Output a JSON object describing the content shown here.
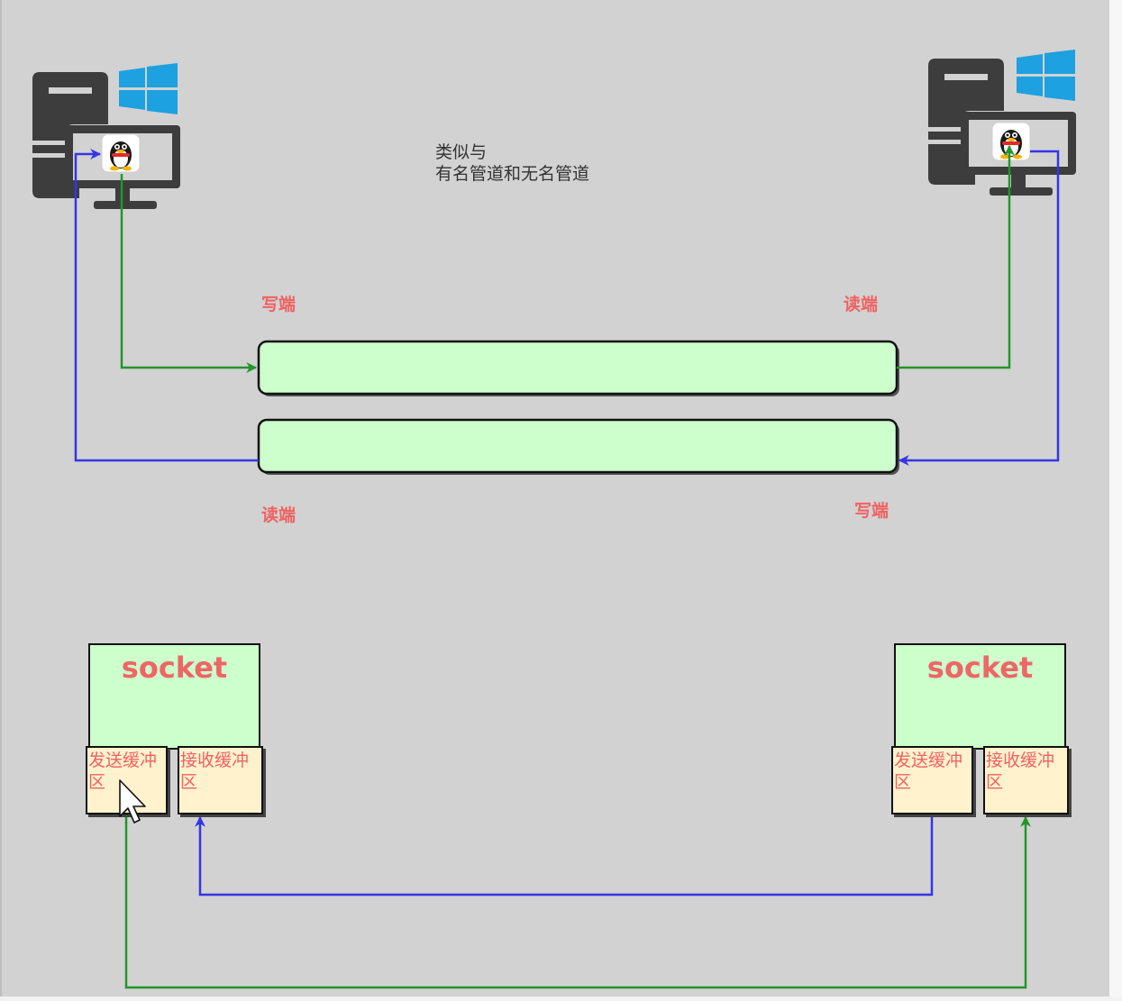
{
  "note": "类似与\n有名管道和无名管道",
  "pipe_labels": {
    "top_left": "写端",
    "top_right": "读端",
    "bottom_left": "读端",
    "bottom_right": "写端"
  },
  "sockets": [
    {
      "title": "socket",
      "send_buffer": "发送缓冲区",
      "recv_buffer": "接收缓冲区"
    },
    {
      "title": "socket",
      "send_buffer": "发送缓冲区",
      "recv_buffer": "接收缓冲区"
    }
  ],
  "icons": {
    "computer": "desktop-computer-icon",
    "os": "windows-logo-icon",
    "app": "qq-penguin-icon",
    "pointer": "mouse-cursor-icon"
  },
  "colors": {
    "background": "#d2d2d2",
    "pipe_fill": "#ccffcc",
    "buffer_fill": "#fff2cc",
    "label_red": "#f06262",
    "arrow_green": "#22962a",
    "arrow_blue": "#3535e8",
    "windows_blue": "#1da1e0",
    "computer_dark": "#3d3d3d"
  }
}
